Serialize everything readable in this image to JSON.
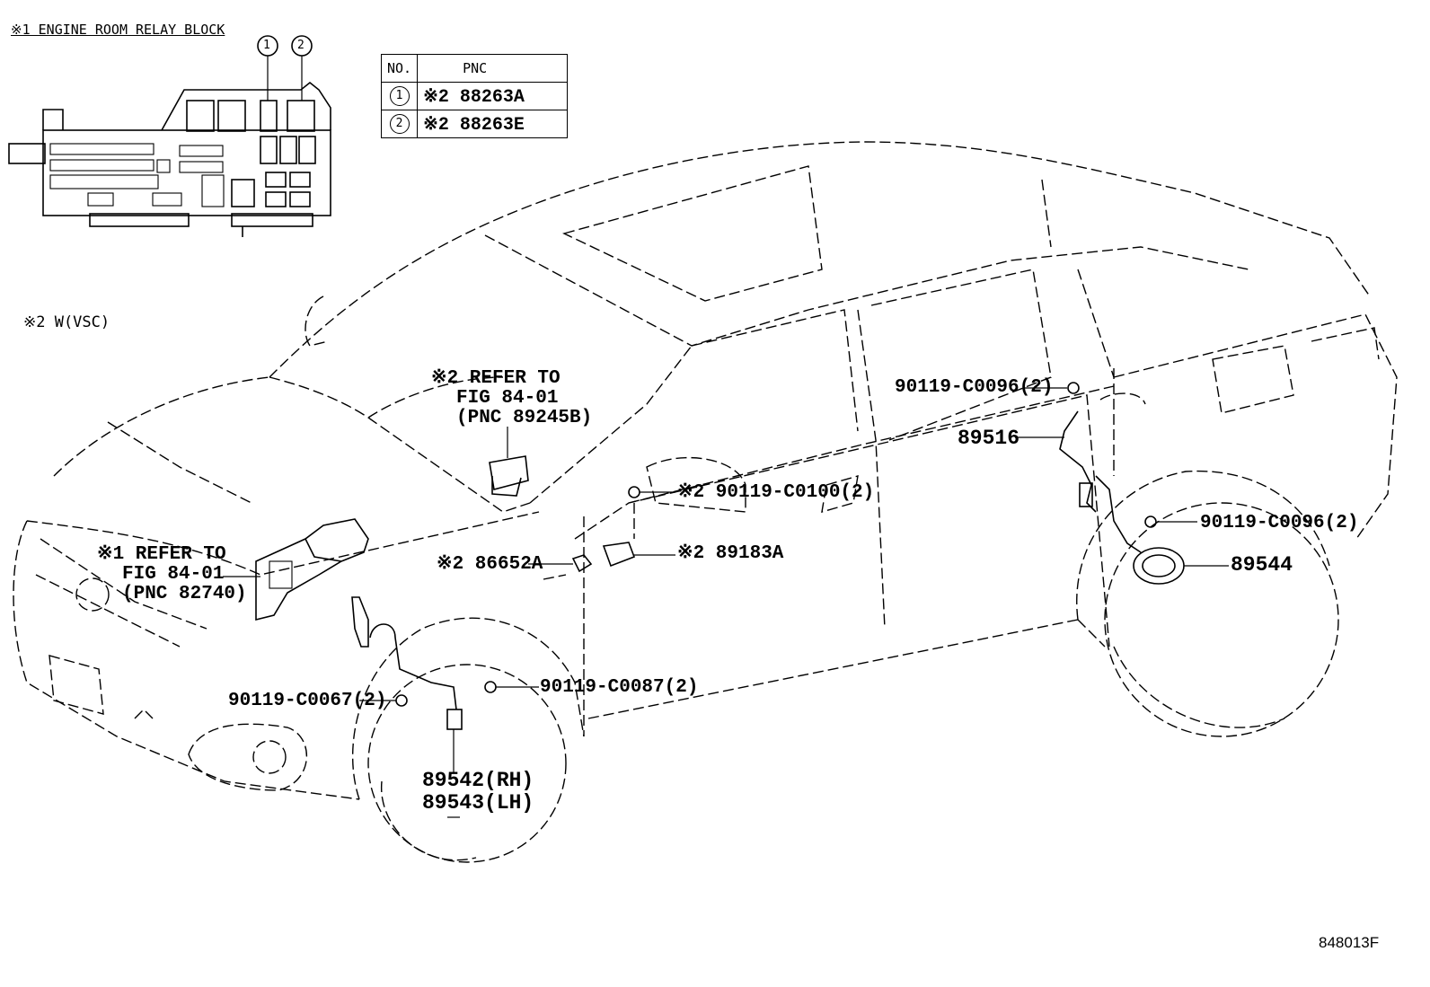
{
  "relay_block": {
    "title": "※1 ENGINE ROOM RELAY BLOCK",
    "callouts": [
      "1",
      "2"
    ]
  },
  "pnc_table": {
    "headers": {
      "no": "NO.",
      "pnc": "PNC"
    },
    "rows": [
      {
        "no": "1",
        "pnc": "※2 88263A"
      },
      {
        "no": "2",
        "pnc": "※2 88263E"
      }
    ]
  },
  "note": "※2 W(VSC)",
  "labels": {
    "refer_yaw": [
      "※2 REFER TO",
      "FIG 84-01",
      "(PNC 89245B)"
    ],
    "refer_ecu": [
      "※1 REFER TO",
      "FIG 84-01",
      "(PNC 82740)"
    ],
    "bolt_rear_upper": "90119-C0096(2)",
    "sensor_rear": "89516",
    "bolt_center": "※2 90119-C0100(2)",
    "bolt_rear_lower": "90119-C0096(2)",
    "rotor_rear": "89544",
    "part_86652a": "※2 86652A",
    "part_89183a": "※2 89183A",
    "bolt_front_right": "90119-C0087(2)",
    "bolt_front_left": "90119-C0067(2)",
    "sensor_front_rh": "89542(RH)",
    "sensor_front_lh": "89543(LH)"
  },
  "figure_id": "848013F"
}
